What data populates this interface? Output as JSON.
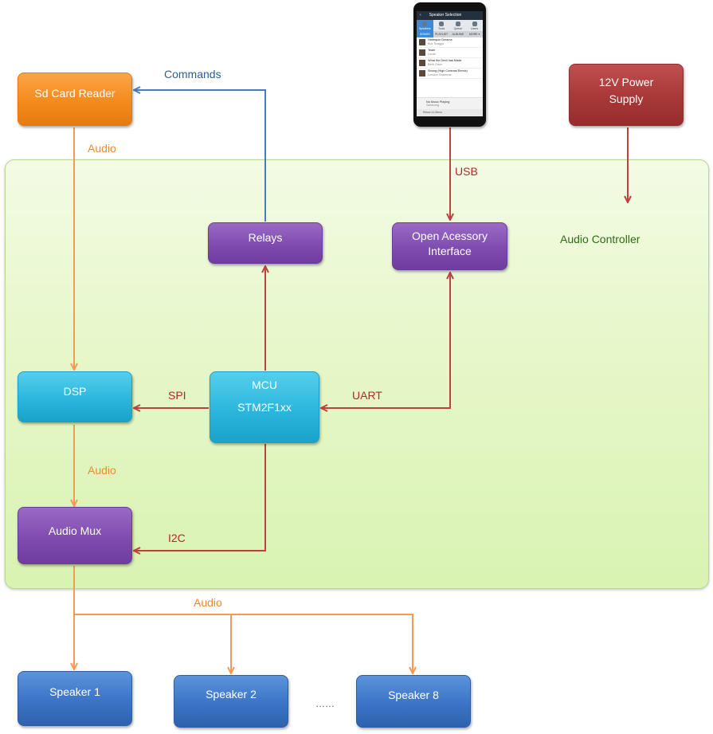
{
  "container": {
    "label": "Audio Controller"
  },
  "boxes": {
    "sd_card": "Sd Card Reader",
    "power": [
      "12V Power",
      "Supply"
    ],
    "relays": "Relays",
    "oai": [
      "Open Acessory",
      "Interface"
    ],
    "dsp": "DSP",
    "mcu": [
      "MCU",
      "STM2F1xx"
    ],
    "mux": "Audio Mux",
    "speakers": [
      "Speaker 1",
      "Speaker 2",
      "Speaker 8"
    ]
  },
  "labels": {
    "commands": "Commands",
    "audio_sd": "Audio",
    "usb": "USB",
    "spi": "SPI",
    "uart": "UART",
    "audio_dsp": "Audio",
    "i2c": "I2C",
    "audio_out": "Audio",
    "ellipsis": "……"
  },
  "phone": {
    "title": "Speaker Selection",
    "icons": [
      "Speakers",
      "Tools",
      "Queue",
      "Users"
    ],
    "tabs": [
      "SONGS",
      "PLAYLIST",
      "ALBUMS",
      "MORE ▾"
    ],
    "songs": [
      {
        "title": "Harlequin Dreams",
        "artist": "Boz Scaggs"
      },
      {
        "title": "Team",
        "artist": "Lorde"
      },
      {
        "title": "What the Devil has Made",
        "artist": "Beth Orton"
      },
      {
        "title": "Strong (High Contrast Remix)",
        "artist": "London Grammar"
      }
    ],
    "now_playing": {
      "title": "No Music Playing",
      "sub": "Samsung"
    },
    "bottom": "Return to Menu"
  },
  "colors": {
    "audio_wire": "#f59a55",
    "control_wire": "#bf4040",
    "command_wire": "#4a7bc0"
  }
}
